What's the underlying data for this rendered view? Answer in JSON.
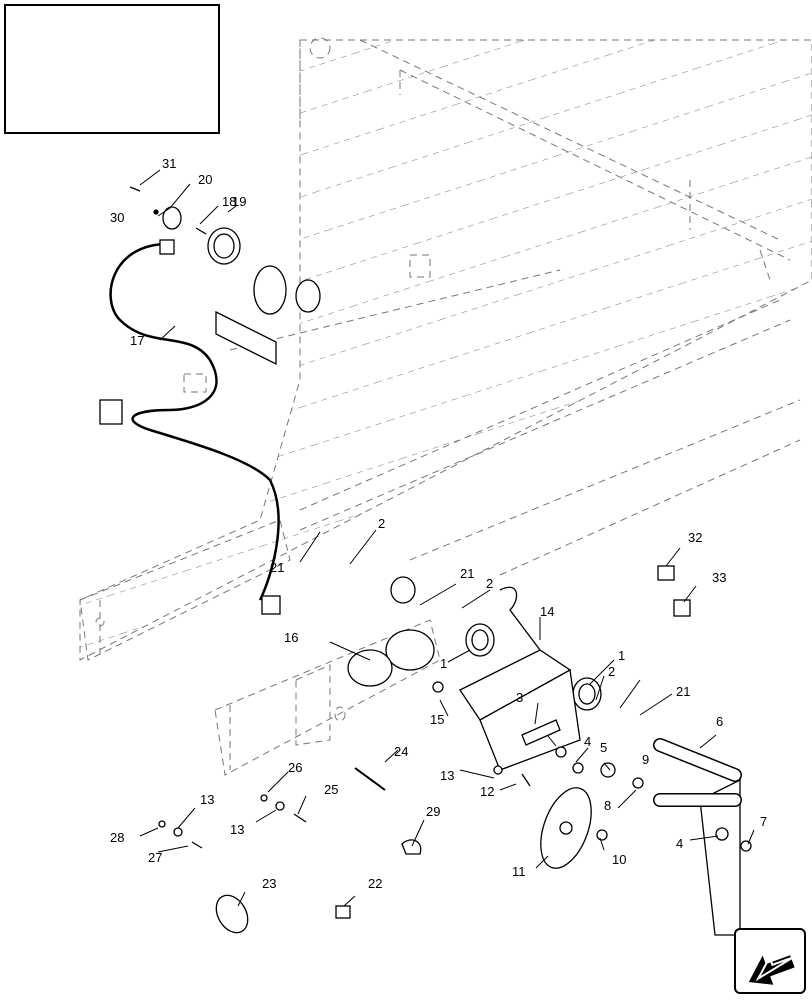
{
  "diagram": {
    "callouts": [
      "1",
      "1",
      "2",
      "2",
      "2",
      "3",
      "4",
      "4",
      "5",
      "6",
      "7",
      "8",
      "9",
      "10",
      "11",
      "12",
      "13",
      "13",
      "13",
      "14",
      "15",
      "16",
      "17",
      "18",
      "19",
      "20",
      "21",
      "21",
      "21",
      "22",
      "23",
      "24",
      "25",
      "26",
      "27",
      "28",
      "29",
      "30",
      "31",
      "32",
      "33"
    ]
  },
  "nav": {
    "icon": "next-page-arrow-icon"
  }
}
